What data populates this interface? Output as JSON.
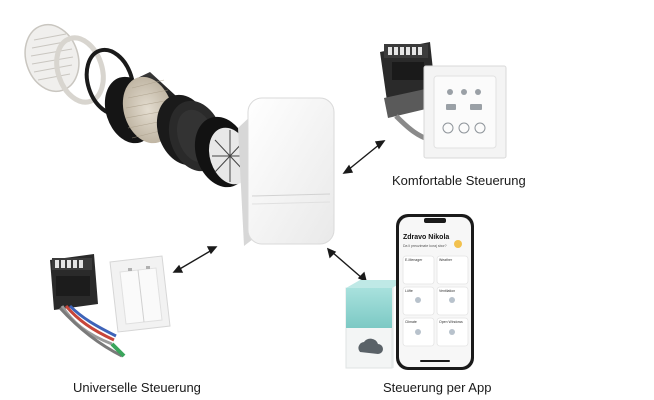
{
  "captions": {
    "comfort": "Komfortable Steuerung",
    "universal": "Universelle Steuerung",
    "app": "Steuerung per App"
  },
  "phone": {
    "greeting": "Zdravo Nikola",
    "subtitle": "Da li preuzimate koraj sbor?",
    "tiles": [
      "E-Menager",
      "Weather",
      "Lüfte",
      "Ventilation",
      "Climate",
      "Open Windows"
    ]
  },
  "colors": {
    "cube_teal": "#8fd3cf",
    "arrow": "#1a1a1a",
    "wire_red": "#c7463a",
    "wire_blue": "#3e63b8",
    "wire_green": "#3aa55c"
  },
  "icons": [
    "double-arrow-icon",
    "cloud-icon",
    "fan-icon",
    "weather-icon"
  ]
}
